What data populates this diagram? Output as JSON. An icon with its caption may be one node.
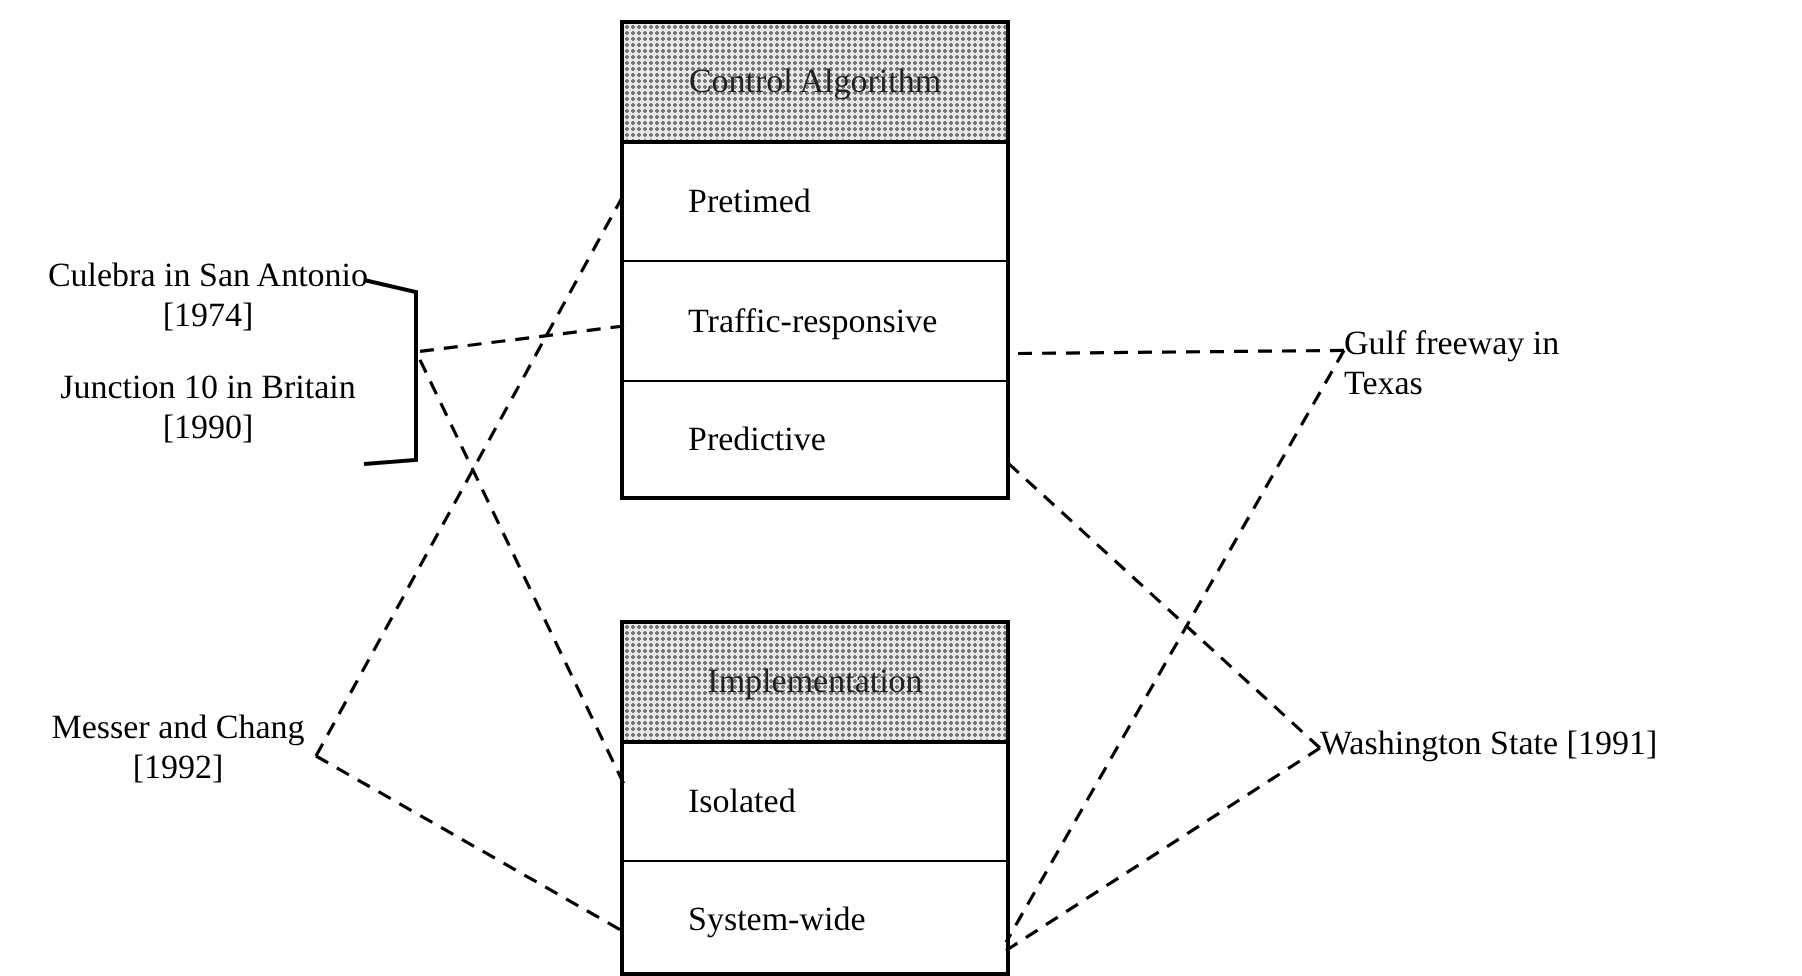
{
  "diagram": {
    "nodes": [
      {
        "text": [
          "Control Algorithm"
        ]
      },
      {
        "text": [
          "Pretimed"
        ],
        "in": 0
      },
      {
        "text": [
          "Traffic-responsive"
        ],
        "in": 0
      },
      {
        "text": [
          "Predictive"
        ],
        "in": 0
      },
      {
        "text": [
          "Implementation"
        ]
      },
      {
        "text": [
          "Isolated"
        ],
        "in": 4
      },
      {
        "text": [
          "System-wide"
        ],
        "in": 4
      },
      {
        "text": [
          "Culebra in San Antonio [1974]",
          "Junction 10 in Britain [1990]"
        ]
      },
      {
        "text": [
          "Gulf freeway in Texas"
        ]
      },
      {
        "text": [
          "Messer and Chang [1992]"
        ]
      },
      {
        "text": [
          "Washington State [1991]"
        ]
      }
    ],
    "edges": [
      {
        "from": 7,
        "to": 2,
        "arrow": "none",
        "style": "dashed"
      },
      {
        "from": 7,
        "to": 5,
        "arrow": "none",
        "style": "dashed"
      },
      {
        "from": 9,
        "to": 1,
        "arrow": "none",
        "style": "dashed"
      },
      {
        "from": 9,
        "to": 6,
        "arrow": "none",
        "style": "dashed"
      },
      {
        "from": 8,
        "to": 2,
        "arrow": "none",
        "style": "dashed"
      },
      {
        "from": 8,
        "to": 6,
        "arrow": "none",
        "style": "dashed"
      },
      {
        "from": 10,
        "to": 3,
        "arrow": "none",
        "style": "dashed"
      },
      {
        "from": 10,
        "to": 6,
        "arrow": "none",
        "style": "dashed"
      }
    ]
  }
}
